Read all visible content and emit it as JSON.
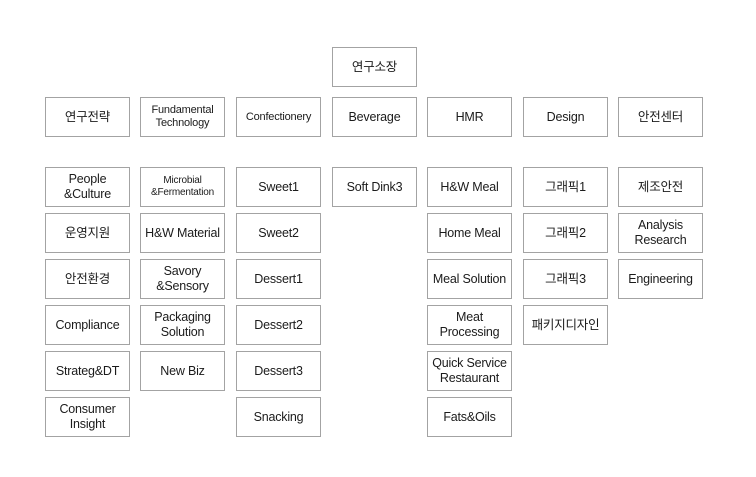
{
  "style": {
    "background": "#ffffff",
    "box_border_color": "#a3a3a3",
    "text_color": "#1b1b1b"
  },
  "org_chart": {
    "root_label": "연구소장",
    "departments": [
      {
        "label": "연구전략",
        "teams": [
          "People\n&Culture",
          "운영지원",
          "안전환경",
          "Compliance",
          "Strateg&DT",
          "Consumer\nInsight"
        ]
      },
      {
        "label": "Fundamental\nTechnology",
        "teams": [
          "Microbial\n&Fermentation",
          "H&W Material",
          "Savory\n&Sensory",
          "Packaging\nSolution",
          "New Biz"
        ]
      },
      {
        "label": "Confectionery",
        "teams": [
          "Sweet1",
          "Sweet2",
          "Dessert1",
          "Dessert2",
          "Dessert3",
          "Snacking"
        ]
      },
      {
        "label": "Beverage",
        "teams": [
          "Soft Dink3"
        ]
      },
      {
        "label": "HMR",
        "teams": [
          "H&W Meal",
          "Home Meal",
          "Meal Solution",
          "Meat\nProcessing",
          "Quick Service\nRestaurant",
          "Fats&Oils"
        ]
      },
      {
        "label": "Design",
        "teams": [
          "그래픽1",
          "그래픽2",
          "그래픽3",
          "패키지디자인"
        ]
      },
      {
        "label": "안전센터",
        "teams": [
          "제조안전",
          "Analysis\nResearch",
          "Engineering"
        ]
      }
    ]
  }
}
